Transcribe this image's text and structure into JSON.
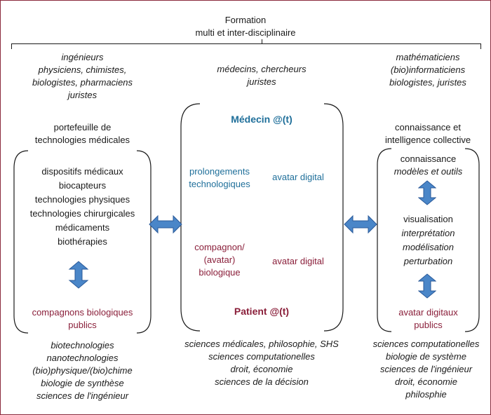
{
  "header": {
    "title_line1": "Formation",
    "title_line2": "multi et inter-disciplinaire"
  },
  "left": {
    "top_roles": [
      "ingénieurs",
      "physiciens, chimistes,",
      "biologistes, pharmaciens",
      "juristes"
    ],
    "heading": [
      "portefeuille de",
      "technologies médicales"
    ],
    "box_items": [
      "dispositifs médicaux",
      "biocapteurs",
      "technologies physiques",
      "technologies chirurgicales",
      "médicaments",
      "biothérapies"
    ],
    "box_bottom": [
      "compagnons biologiques",
      "publics"
    ],
    "bottom_items": [
      "biotechnologies",
      "nanotechnologies",
      "(bio)physique/(bio)chime",
      "biologie de synthèse",
      "sciences de l'ingénieur"
    ]
  },
  "center": {
    "top_roles": [
      "médecins, chercheurs",
      "juristes"
    ],
    "medecin_label": "Médecin @(t)",
    "prolongements": [
      "prolongements",
      "technologiques"
    ],
    "avatar_digital_1": "avatar digital",
    "compagnon": [
      "compagnon/",
      "(avatar)",
      "biologique"
    ],
    "avatar_digital_2": "avatar digital",
    "patient_label": "Patient @(t)",
    "bottom_items": [
      "sciences médicales, philosophie, SHS",
      "sciences computationelles",
      "droit, économie",
      "sciences de la décision"
    ]
  },
  "right": {
    "top_roles": [
      "mathématiciens",
      "(bio)informaticiens",
      "biologistes, juristes"
    ],
    "heading": [
      "connaissance et",
      "intelligence collective"
    ],
    "connaissance": "connaissance",
    "modeles": "modèles et outils",
    "visualisation": "visualisation",
    "interpretation": "interprétation",
    "modelisation": "modélisation",
    "perturbation": "perturbation",
    "box_bottom": [
      "avatar digitaux",
      "publics"
    ],
    "bottom_items": [
      "sciences computationelles",
      "biologie de système",
      "sciences de l'ingénieur",
      "droit, économie",
      "philosphie"
    ]
  },
  "colors": {
    "frame": "#8a2a3c",
    "blue": "#1f6f9a",
    "red": "#8a1f3a",
    "arrow_fill": "#4a86c8",
    "arrow_stroke": "#2a5a9a"
  }
}
